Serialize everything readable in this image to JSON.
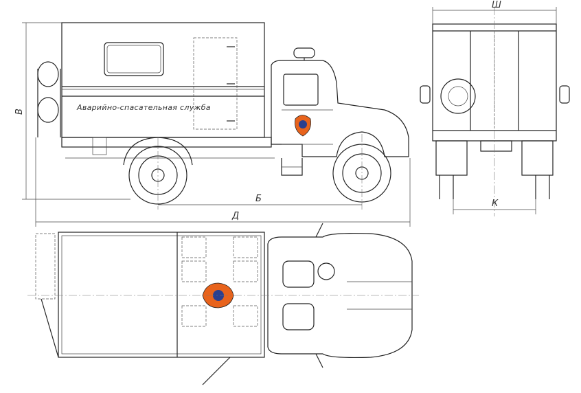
{
  "body_text": "Аварийно-спасательная служба",
  "dimensions": {
    "height": "В",
    "width": "Ш",
    "wheelbase": "Б",
    "length": "Д",
    "track": "К"
  },
  "colors": {
    "line": "#222222",
    "emblem_orange": "#e8631c",
    "emblem_blue": "#2a3f8f"
  }
}
